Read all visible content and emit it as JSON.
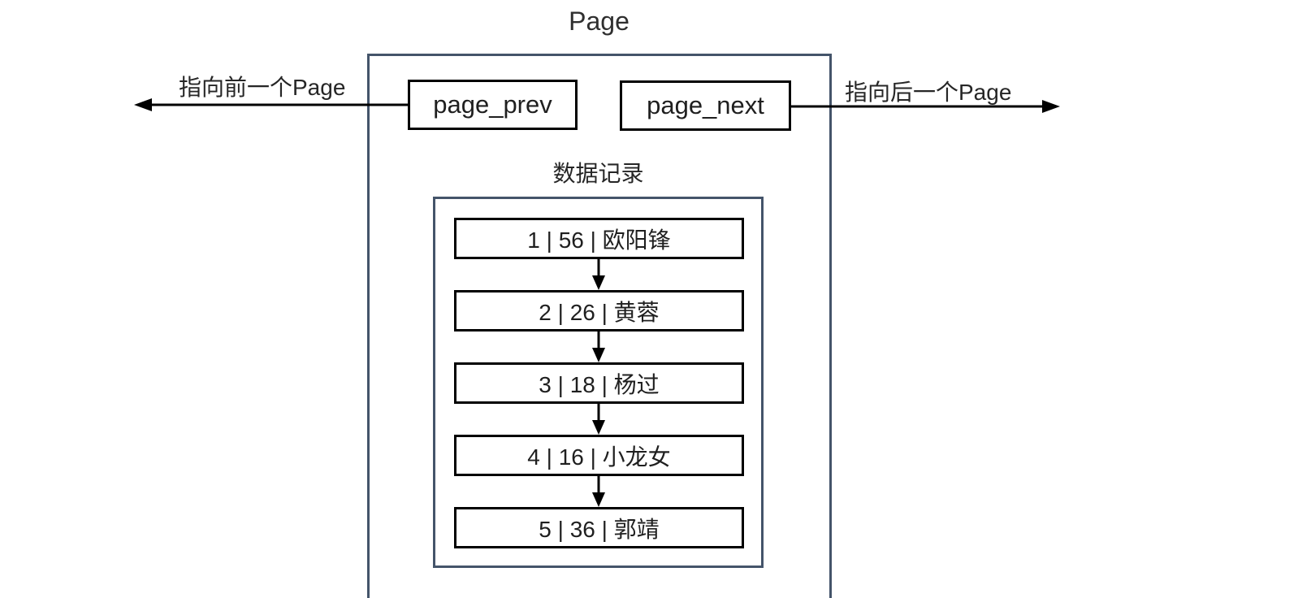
{
  "page": {
    "title": "Page",
    "prev_pointer_label": "page_prev",
    "next_pointer_label": "page_next",
    "prev_arrow_label": "指向前一个Page",
    "next_arrow_label": "指向后一个Page",
    "records_section_label": "数据记录",
    "records": [
      {
        "id": 1,
        "age": 56,
        "name": "欧阳锋",
        "text": "1 | 56 | 欧阳锋"
      },
      {
        "id": 2,
        "age": 26,
        "name": "黄蓉",
        "text": "2 | 26 | 黄蓉"
      },
      {
        "id": 3,
        "age": 18,
        "name": "杨过",
        "text": "3 | 18 | 杨过"
      },
      {
        "id": 4,
        "age": 16,
        "name": "小龙女",
        "text": "4 | 16 | 小龙女"
      },
      {
        "id": 5,
        "age": 36,
        "name": "郭靖",
        "text": "5 | 36 | 郭靖"
      }
    ],
    "colors": {
      "container_border": "#44546A",
      "record_border": "#000000",
      "arrow": "#000000",
      "text": "#262626",
      "background": "#FFFFFF"
    }
  }
}
